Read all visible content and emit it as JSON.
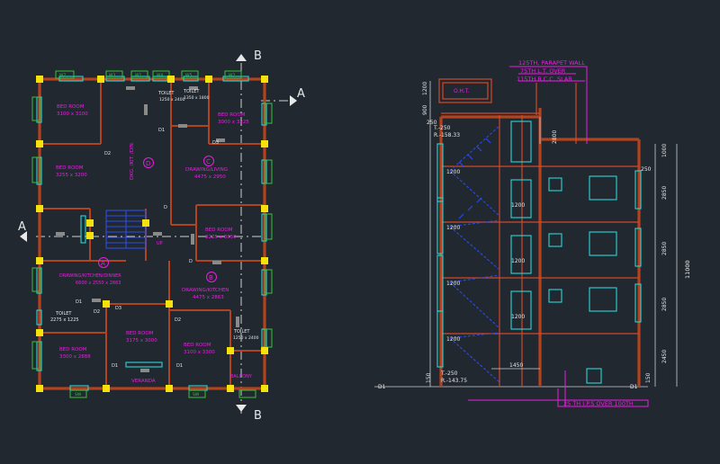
{
  "section_markers": {
    "a": "A",
    "b": "B"
  },
  "plan": {
    "rooms": [
      {
        "name": "BED ROOM",
        "size": "3100 x 3100"
      },
      {
        "name": "BED ROOM",
        "size": "3255 x 3200"
      },
      {
        "name": "TOILET",
        "size": "1250 x 2400"
      },
      {
        "name": "TOILET",
        "size": "1350 x 1800"
      },
      {
        "name": "BED ROOM",
        "size": "3000 x 3225"
      },
      {
        "name": "DRAWING/LIVING",
        "size": "4475 x 2950"
      },
      {
        "name": "BED ROOM",
        "size": "3225 x 3050"
      },
      {
        "name": "DRAWING/KITCHEN/DINNER",
        "size": "6600 x 2550 x 2863"
      },
      {
        "name": "DRAWING/KITCHEN",
        "size": "4475 x 2863"
      },
      {
        "name": "TOILET",
        "size": "2275 x 1225"
      },
      {
        "name": "BED ROOM",
        "size": "3300 x 2888"
      },
      {
        "name": "BED ROOM",
        "size": "3175 x 3000"
      },
      {
        "name": "BED ROOM",
        "size": "3100 x 3300"
      },
      {
        "name": "TOILET",
        "size": "1250 x 2400"
      }
    ],
    "flat_labels": [
      "A",
      "B",
      "C",
      "D"
    ],
    "lobby": "DKG. /KIT. /DIN.",
    "veranda": "VERANDA",
    "balcony": "BALCONY",
    "up": "UP",
    "doors": [
      "D",
      "D1",
      "D2",
      "D3"
    ],
    "windows": [
      "W1",
      "W2",
      "W3",
      "W4",
      "W5",
      "SW"
    ]
  },
  "section": {
    "oht": "O.H.T.",
    "notes": [
      "125TH, PARAPET WALL",
      "75TH L.T. OVER",
      "115TH R.C.C. SLAB",
      "25 TH I.P.S OVER 100TH"
    ],
    "levels_top": [
      "T.-250",
      "R.-158.33"
    ],
    "levels_bottom": [
      "T.-250",
      "R.-143.75"
    ],
    "window_heights": [
      "1200",
      "1200",
      "1200",
      "1200"
    ],
    "dims_right": [
      "1000",
      "2850",
      "2850",
      "2850",
      "2450",
      "11000",
      "250",
      "150"
    ],
    "dims_left": [
      "1200",
      "900",
      "250",
      "150"
    ],
    "dim_stair": "1450",
    "dim_top": "2800",
    "grid_markers": [
      "D1",
      "D1"
    ]
  }
}
